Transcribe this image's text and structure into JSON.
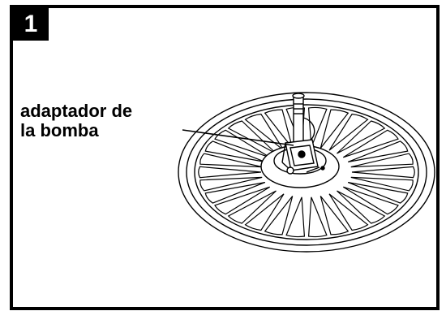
{
  "step": {
    "number": "1"
  },
  "callout": {
    "line1": "adaptador de",
    "line2": "la bomba"
  }
}
